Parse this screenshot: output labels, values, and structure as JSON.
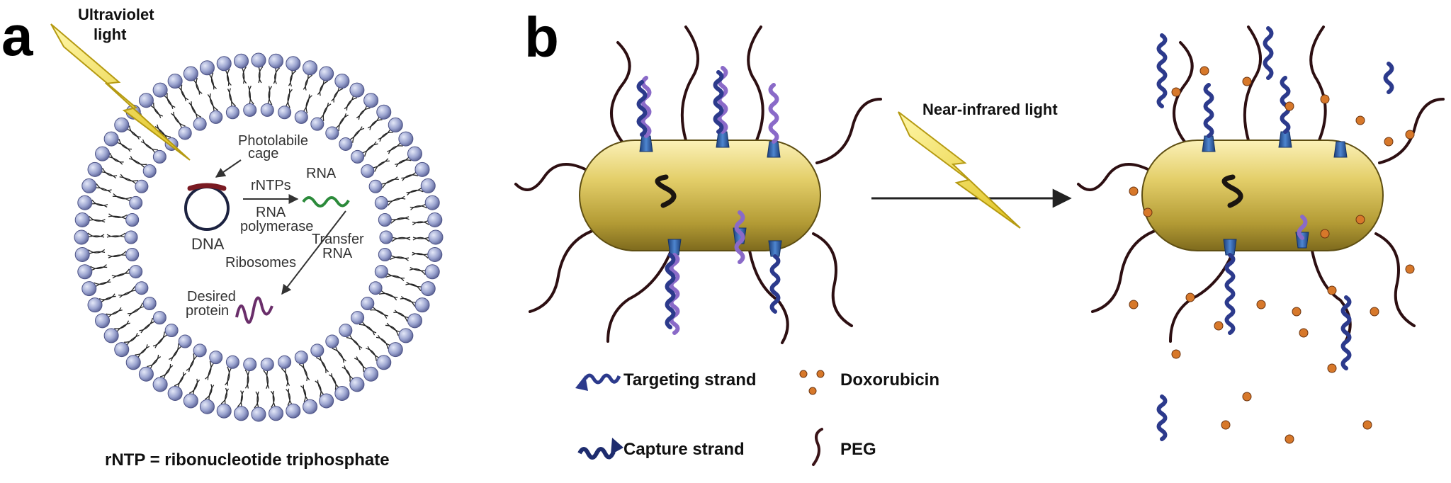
{
  "panel_a": {
    "letter": "a",
    "uv_label_line1": "Ultraviolet",
    "uv_label_line2": "light",
    "cage_label_line1": "Photolabile",
    "cage_label_line2": "cage",
    "dna_label": "DNA",
    "rntps_label": "rNTPs",
    "rna_label": "RNA",
    "rna_polymerase_line1": "RNA",
    "rna_polymerase_line2": "polymerase",
    "transfer_rna_line1": "Transfer",
    "transfer_rna_line2": "RNA",
    "ribosomes_label": "Ribosomes",
    "desired_protein_line1": "Desired",
    "desired_protein_line2": "protein",
    "footnote": "rNTP = ribonucleotide triphosphate"
  },
  "panel_b": {
    "letter": "b",
    "nir_label": "Near-infrared light",
    "legend": {
      "targeting_strand": "Targeting strand",
      "capture_strand": "Capture strand",
      "doxorubicin": "Doxorubicin",
      "peg": "PEG"
    }
  },
  "colors": {
    "lightning": "#f3e03a",
    "lipid_head": "#9aa3cf",
    "nanorod": "#d8c25a",
    "dna_strand": "#2c3a8c",
    "doxorubicin": "#d7782a",
    "peg": "#3a1418"
  }
}
